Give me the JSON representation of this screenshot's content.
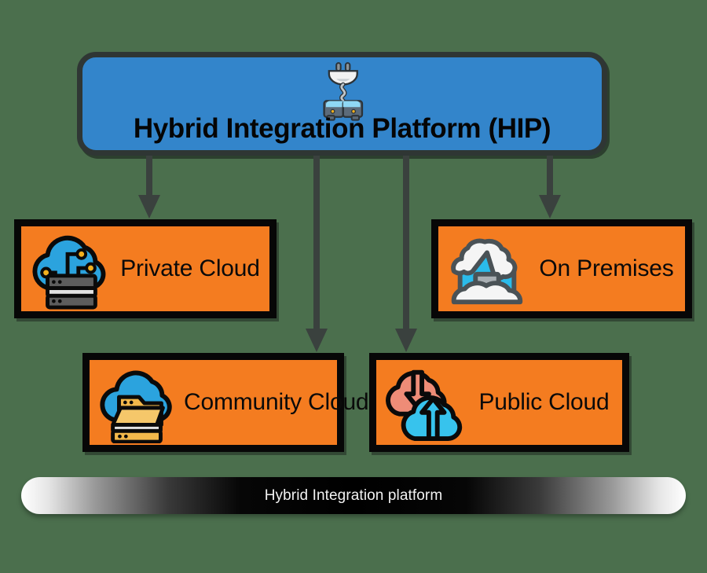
{
  "diagram": {
    "background_color": "#4B6F4D",
    "header": {
      "title": "Hybrid Integration Platform (HIP)",
      "fill_color": "#3385CB",
      "border_color": "#2F3634",
      "icon": "plug-connector-icon"
    },
    "nodes": [
      {
        "id": "private-cloud",
        "label": "Private Cloud",
        "icon": "cloud-server-circuit-icon",
        "fill_color": "#F47C20",
        "border_color": "#070707",
        "row": "top",
        "column": "left"
      },
      {
        "id": "on-premises",
        "label": "On Premises",
        "icon": "snow-covered-house-icon",
        "fill_color": "#F47C20",
        "border_color": "#070707",
        "row": "top",
        "column": "right"
      },
      {
        "id": "community-cloud",
        "label": "Community Cloud",
        "icon": "cloud-folder-server-icon",
        "fill_color": "#F47C20",
        "border_color": "#070707",
        "row": "bottom",
        "column": "left"
      },
      {
        "id": "public-cloud",
        "label": "Public Cloud",
        "icon": "dual-cloud-upload-download-icon",
        "fill_color": "#F47C20",
        "border_color": "#070707",
        "row": "bottom",
        "column": "right"
      }
    ],
    "connectors": [
      {
        "id": "hip-to-private-cloud",
        "from": "header",
        "to": "private-cloud",
        "icon": "down-arrow-icon",
        "color": "#3A413E"
      },
      {
        "id": "hip-to-community-cloud",
        "from": "header",
        "to": "community-cloud",
        "icon": "down-arrow-icon",
        "color": "#3A413E"
      },
      {
        "id": "hip-to-public-cloud",
        "from": "header",
        "to": "public-cloud",
        "icon": "down-arrow-icon",
        "color": "#3A413E"
      },
      {
        "id": "hip-to-on-premises",
        "from": "header",
        "to": "on-premises",
        "icon": "down-arrow-icon",
        "color": "#3A413E"
      }
    ],
    "caption": {
      "text": "Hybrid Integration platform",
      "text_color": "#f2f2f2"
    }
  }
}
